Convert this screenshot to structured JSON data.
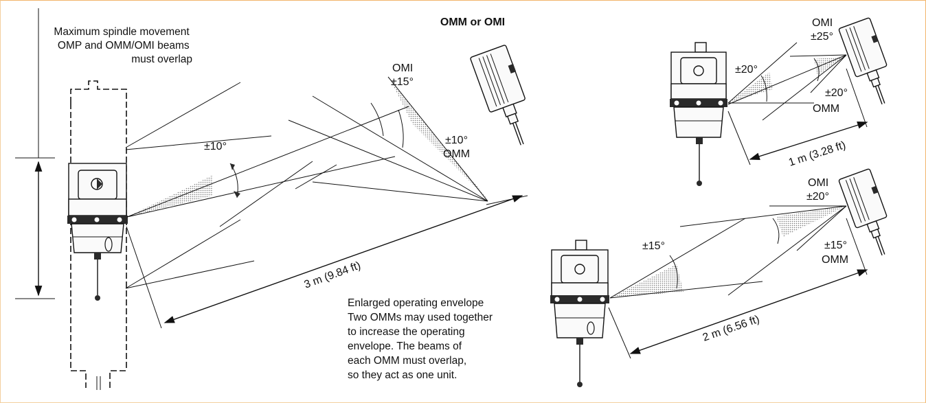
{
  "title": "OMM or OMI",
  "spindle_note": [
    "Maximum spindle movement",
    "OMP and OMM/OMI beams",
    "must overlap"
  ],
  "main": {
    "omi_label": "OMI",
    "omi_angle": "±15°",
    "probe_angle": "±10°",
    "omm_angle": "±10°",
    "omm_label": "OMM",
    "distance": "3 m  (9.84 ft)"
  },
  "top_right": {
    "omi_label": "OMI",
    "omi_angle": "±25°",
    "probe_angle": "±20°",
    "omm_angle": "±20°",
    "omm_label": "OMM",
    "distance": "1 m (3.28 ft)"
  },
  "bottom_right": {
    "omi_label": "OMI",
    "omi_angle": "±20°",
    "probe_angle": "±15°",
    "omm_angle": "±15°",
    "omm_label": "OMM",
    "distance": "2 m (6.56 ft)"
  },
  "envelope_note": [
    "Enlarged operating envelope",
    "Two OMMs may used together",
    "to increase the operating",
    "envelope. The beams of",
    "each OMM must overlap,",
    "so they act as one unit."
  ]
}
